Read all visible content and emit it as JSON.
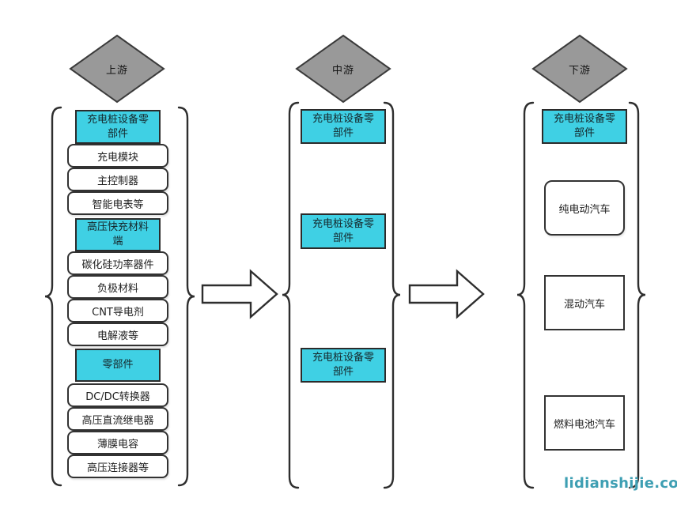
{
  "watermark": {
    "text": "lidianshijie.com",
    "color": "#3E9FB3"
  },
  "colors": {
    "header_fill": "#3FD0E4",
    "stage_diamond_fill": "#999999",
    "outline": "#2e2e2e",
    "box_background": "#ffffff"
  },
  "columns": [
    {
      "stage_label": "上游",
      "sections": [
        {
          "header": "充电桩设备零部件",
          "items": [
            "充电模块",
            "主控制器",
            "智能电表等"
          ]
        },
        {
          "header": "高压快充材料端",
          "items": [
            "碳化硅功率器件",
            "负极材料",
            "CNT导电剂",
            "电解液等"
          ]
        },
        {
          "header": "零部件",
          "items": [
            "DC/DC转换器",
            "高压直流继电器",
            "薄膜电容",
            "高压连接器等"
          ]
        }
      ]
    },
    {
      "stage_label": "中游",
      "sections": [
        {
          "header": "充电桩设备零部件",
          "items": []
        },
        {
          "header": "充电桩设备零部件",
          "items": []
        },
        {
          "header": "充电桩设备零部件",
          "items": []
        }
      ]
    },
    {
      "stage_label": "下游",
      "sections": [
        {
          "header": "充电桩设备零部件",
          "items": []
        }
      ],
      "vehicles": [
        "纯电动汽车",
        "混动汽车",
        "燃料电池汽车"
      ]
    }
  ]
}
